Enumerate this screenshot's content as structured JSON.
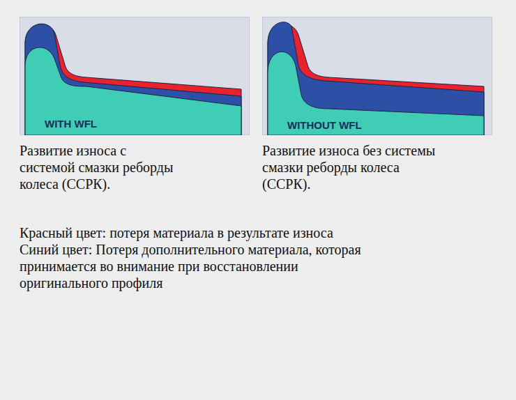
{
  "diagram": {
    "nodes": [
      {
        "text": [
          "WITH WFL"
        ]
      },
      {
        "text": [
          "WITHOUT WFL"
        ]
      }
    ],
    "labels": [
      "Развитие износа с системой смазки реборды колеса (ССРК).",
      "Развитие износа без системы смазки реборды колеса (ССРК).",
      "Красный цвет: потеря материала в результате износа",
      "Синий цвет: Потеря дополнительного материала, которая принимается во внимание при восстановлении оригинального профиля"
    ]
  }
}
